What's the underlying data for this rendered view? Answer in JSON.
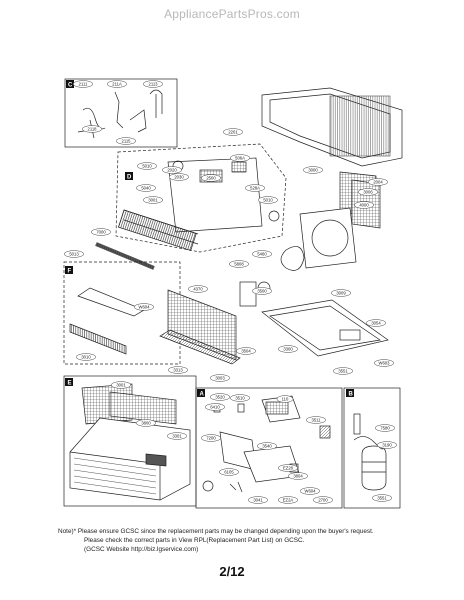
{
  "site_title": "AppliancePartsPros.com",
  "sections": [
    "C",
    "D",
    "F",
    "E",
    "A",
    "B"
  ],
  "part_labels": [
    {
      "id": "c1",
      "text": "2111"
    },
    {
      "id": "c2",
      "text": "211A"
    },
    {
      "id": "c3",
      "text": "2113"
    },
    {
      "id": "c4",
      "text": "2118"
    },
    {
      "id": "c5",
      "text": "2115"
    },
    {
      "id": "t1",
      "text": "2201"
    },
    {
      "id": "t2",
      "text": "3000"
    },
    {
      "id": "t3",
      "text": "2004"
    },
    {
      "id": "t4",
      "text": "3006"
    },
    {
      "id": "t5",
      "text": "4000"
    },
    {
      "id": "d1",
      "text": "5010"
    },
    {
      "id": "d2",
      "text": "2020"
    },
    {
      "id": "d3",
      "text": "506A"
    },
    {
      "id": "d4",
      "text": "2030"
    },
    {
      "id": "d5",
      "text": "2500"
    },
    {
      "id": "d6",
      "text": "5040"
    },
    {
      "id": "d7",
      "text": "3001"
    },
    {
      "id": "d8",
      "text": "528A"
    },
    {
      "id": "d9",
      "text": "5010"
    },
    {
      "id": "m1",
      "text": "7000"
    },
    {
      "id": "m2",
      "text": "5013"
    },
    {
      "id": "m3",
      "text": "5808"
    },
    {
      "id": "m4",
      "text": "5460"
    },
    {
      "id": "m5",
      "text": "3500"
    },
    {
      "id": "m6",
      "text": "3009"
    },
    {
      "id": "m7",
      "text": "W604"
    },
    {
      "id": "m8",
      "text": "4370"
    },
    {
      "id": "m9",
      "text": "3010"
    },
    {
      "id": "m10",
      "text": "3003"
    },
    {
      "id": "m11",
      "text": "3313"
    },
    {
      "id": "m12",
      "text": "3504"
    },
    {
      "id": "m13",
      "text": "3300"
    },
    {
      "id": "m14",
      "text": "3054"
    },
    {
      "id": "m15",
      "text": "3551"
    },
    {
      "id": "m16",
      "text": "W603"
    },
    {
      "id": "e1",
      "text": "3001"
    },
    {
      "id": "e2",
      "text": "3800"
    },
    {
      "id": "e3",
      "text": "3301"
    },
    {
      "id": "a1",
      "text": "3510"
    },
    {
      "id": "a2",
      "text": "6410"
    },
    {
      "id": "a3",
      "text": "3520"
    },
    {
      "id": "a4",
      "text": "110"
    },
    {
      "id": "a5",
      "text": "7200"
    },
    {
      "id": "a6",
      "text": "3511"
    },
    {
      "id": "a7",
      "text": "3540"
    },
    {
      "id": "a8",
      "text": "EZ28"
    },
    {
      "id": "a9",
      "text": "6105"
    },
    {
      "id": "a10",
      "text": "W604"
    },
    {
      "id": "a11",
      "text": "3041"
    },
    {
      "id": "a12",
      "text": "EZ2A"
    },
    {
      "id": "a13",
      "text": "2700"
    },
    {
      "id": "a14",
      "text": "3804"
    },
    {
      "id": "b1",
      "text": "7580"
    },
    {
      "id": "b2",
      "text": "3190"
    },
    {
      "id": "b3",
      "text": "3551"
    }
  ],
  "note": {
    "line1": "Note)* Please ensure GCSC since the replacement parts may be changed depending upon the buyer's request.",
    "line2": "Please check the correct parts in View RPL(Replacement Part List) on GCSC.",
    "line3": "(GCSC Website  http://biz.lgservice.com)"
  },
  "page_number": "2/12"
}
